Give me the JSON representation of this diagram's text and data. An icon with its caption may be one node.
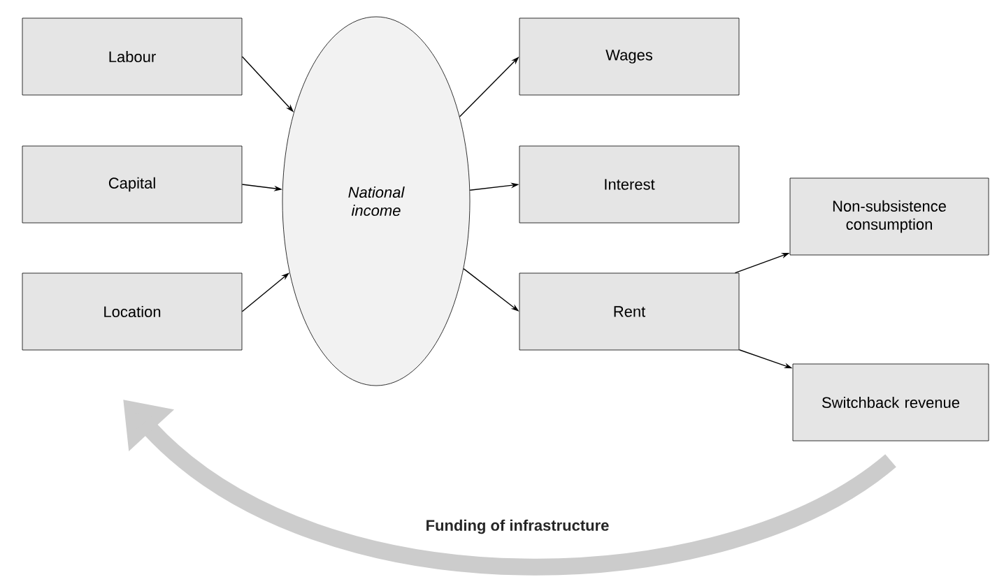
{
  "diagram": {
    "nodes": [
      {
        "text": [
          "Labour"
        ]
      },
      {
        "text": [
          "Capital"
        ]
      },
      {
        "text": [
          "Location"
        ]
      },
      {
        "text": [
          "National income"
        ]
      },
      {
        "text": [
          "Wages"
        ]
      },
      {
        "text": [
          "Interest"
        ]
      },
      {
        "text": [
          "Rent"
        ]
      },
      {
        "text": [
          "Non-subsistence consumption"
        ]
      },
      {
        "text": [
          "Switchback revenue"
        ]
      }
    ],
    "edges": [
      {
        "from": 0,
        "to": 3,
        "arrow": "to"
      },
      {
        "from": 1,
        "to": 3,
        "arrow": "to"
      },
      {
        "from": 2,
        "to": 3,
        "arrow": "to"
      },
      {
        "from": 3,
        "to": 4,
        "arrow": "to"
      },
      {
        "from": 3,
        "to": 5,
        "arrow": "to"
      },
      {
        "from": 3,
        "to": 6,
        "arrow": "to"
      },
      {
        "from": 6,
        "to": 7,
        "arrow": "to"
      },
      {
        "from": 6,
        "to": 8,
        "arrow": "to"
      },
      {
        "from": 8,
        "to": null,
        "arrow": "to",
        "label": "Funding of infrastructure",
        "style": "thick",
        "color": "#cccccc"
      }
    ]
  }
}
